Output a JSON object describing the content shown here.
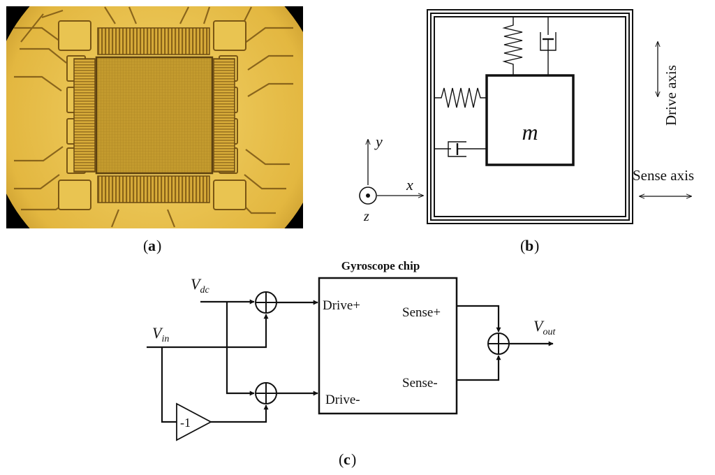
{
  "panel_a": {
    "label_open": "(",
    "label": "a",
    "label_close": ")",
    "image": "micrograph-of-gyroscope-chip",
    "colors": {
      "surround": "#000000",
      "substrate": "#e9c04a",
      "structure": "#c79c2b",
      "dark_lines": "#6b4a12"
    }
  },
  "panel_b": {
    "label_open": "(",
    "label": "b",
    "label_close": ")",
    "mass_label": "m",
    "drive_axis_label": "Drive axis",
    "sense_axis_label": "Sense axis",
    "axis_x": "x",
    "axis_y": "y",
    "axis_z": "z"
  },
  "panel_c": {
    "label_open": "(",
    "label": "c",
    "label_close": ")",
    "title": "Gyroscope chip",
    "vdc": {
      "main": "V",
      "sub": "dc"
    },
    "vin": {
      "main": "V",
      "sub": "in"
    },
    "vout": {
      "main": "V",
      "sub": "out"
    },
    "port_drive_plus": "Drive+",
    "port_drive_minus": "Drive-",
    "port_sense_plus": "Sense+",
    "port_sense_minus": "Sense-",
    "inverter_gain": "-1"
  }
}
